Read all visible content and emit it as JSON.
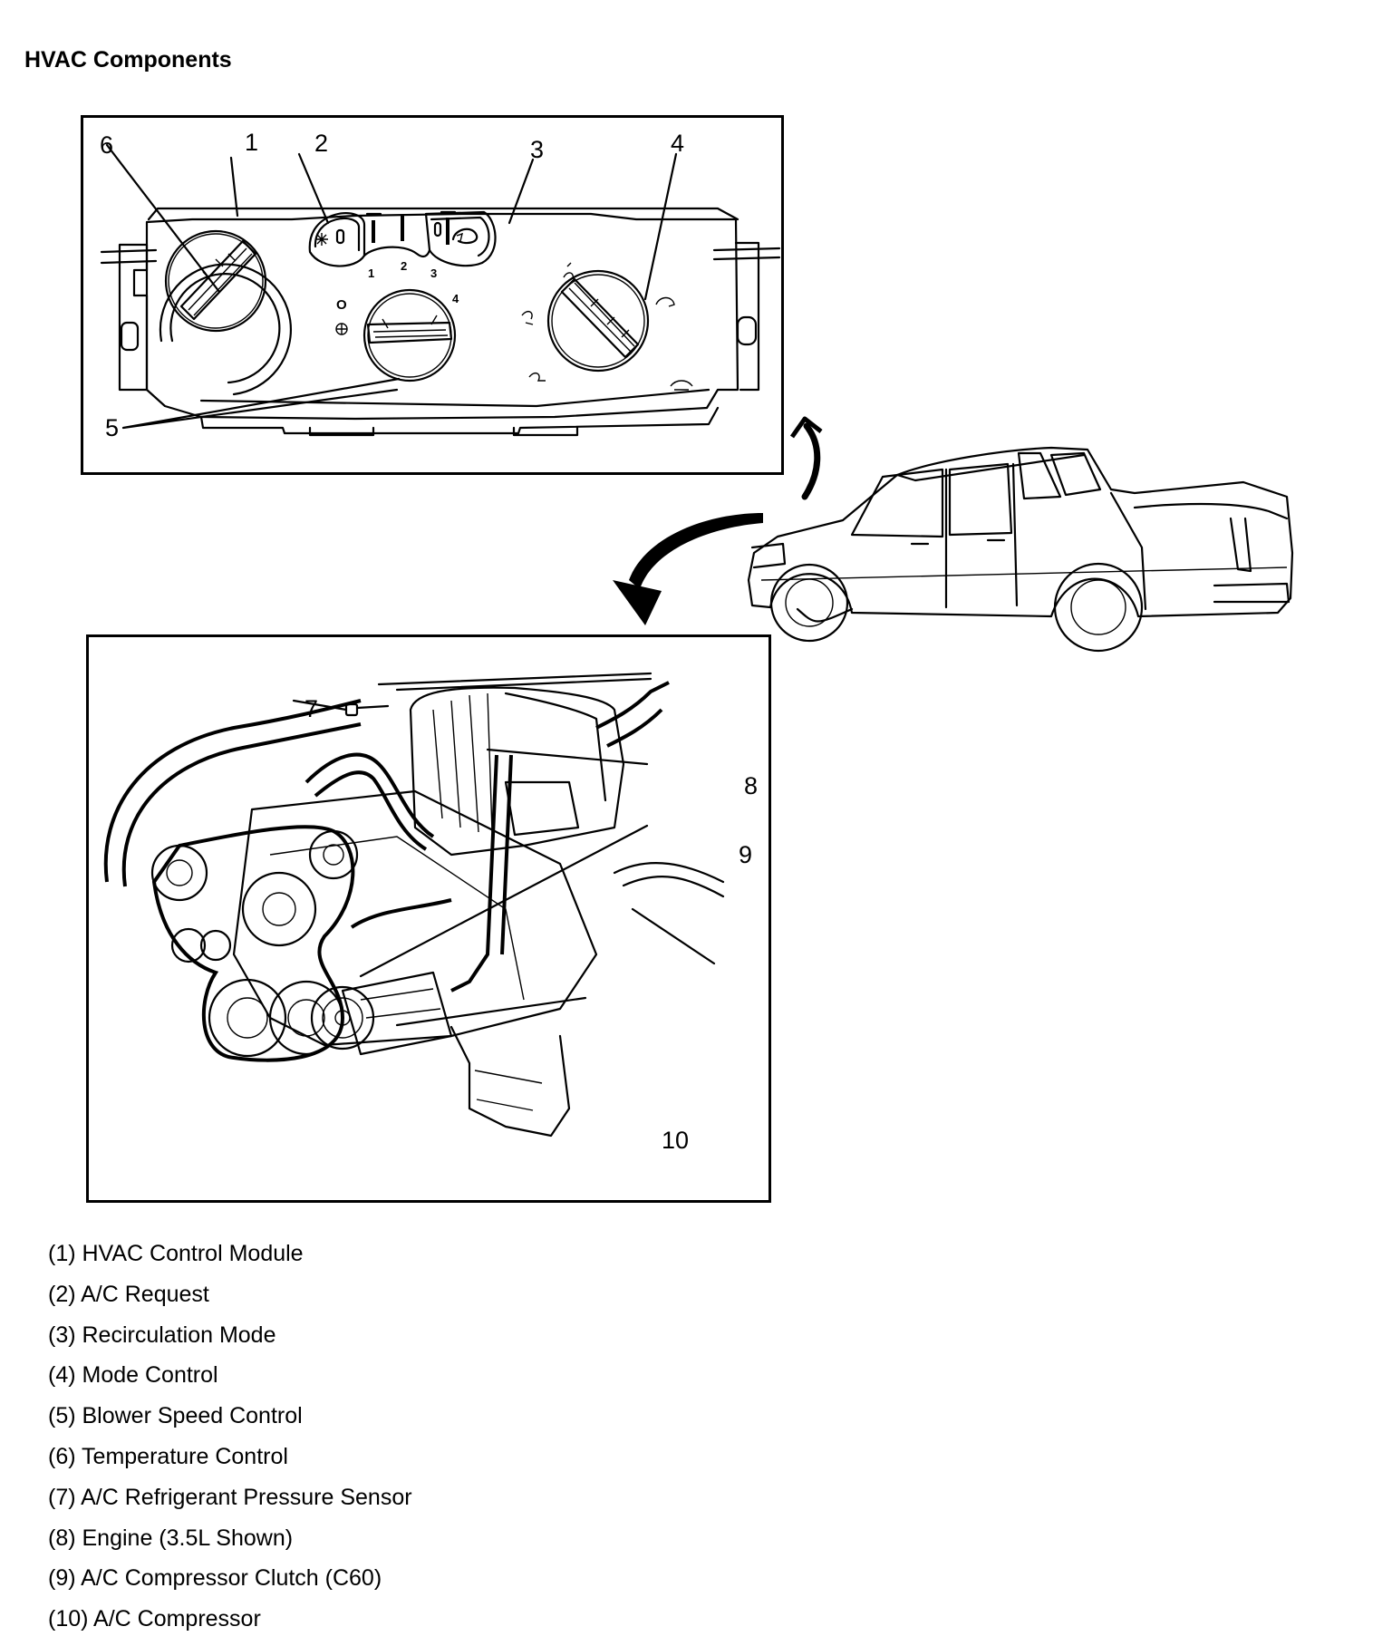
{
  "title": "HVAC Components",
  "callouts": {
    "c1": "1",
    "c2": "2",
    "c3": "3",
    "c4": "4",
    "c5": "5",
    "c6": "6",
    "c7": "7",
    "c8": "8",
    "c9": "9",
    "c10": "10"
  },
  "dial_labels": {
    "off": "O",
    "s1": "1",
    "s2": "2",
    "s3": "3",
    "s4": "4"
  },
  "legend": [
    "(1) HVAC Control Module",
    "(2) A/C Request",
    "(3) Recirculation Mode",
    "(4) Mode Control",
    "(5) Blower Speed Control",
    "(6) Temperature Control",
    "(7) A/C Refrigerant Pressure Sensor",
    "(8) Engine (3.5L Shown)",
    "(9) A/C Compressor Clutch (C60)",
    "(10) A/C Compressor"
  ],
  "icons": [
    "snowflake-icon",
    "recirculation-icon",
    "panel-vent-icon",
    "floor-vent-icon",
    "defrost-icon",
    "bi-level-icon",
    "fan-icon"
  ]
}
